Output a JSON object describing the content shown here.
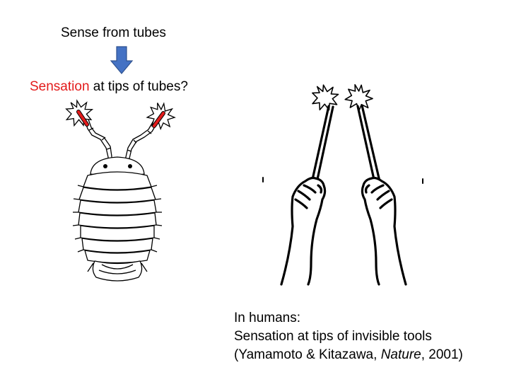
{
  "slide": {
    "top_label": "Sense from tubes",
    "question": {
      "highlight": "Sensation",
      "rest": " at tips of tubes?"
    },
    "human_caption": {
      "line1": "In humans:",
      "line2": "Sensation at tips of invisible tools",
      "citation_open": "(Yamamoto & Kitazawa, ",
      "citation_journal": "Nature",
      "citation_close": ", 2001)"
    }
  },
  "colors": {
    "arrow": "#4472c4",
    "accent": "#e31b1b",
    "line": "#000000"
  },
  "icons": {
    "arrow": "down-arrow-icon",
    "burst": "spark-burst-icon",
    "isopod": "isopod-illustration",
    "hands": "hands-with-tools-illustration"
  }
}
